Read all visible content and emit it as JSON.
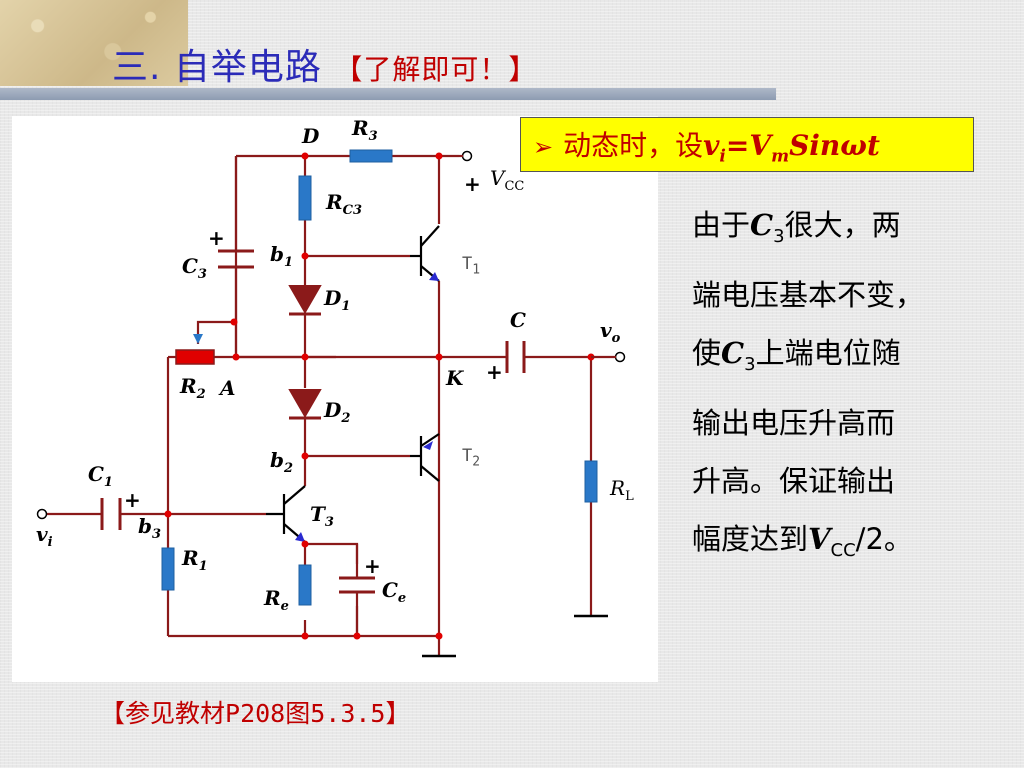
{
  "slide": {
    "title_main": "三. 自举电路",
    "title_note": "【了解即可！】",
    "callout_prefix": "动态时，设",
    "callout_v": "v",
    "callout_v_sub": "i",
    "callout_eq": "=V",
    "callout_vm_sub": "m",
    "callout_tail": "Sinωt",
    "explain": [
      {
        "pre": "由于",
        "var": "C",
        "sub": "3",
        "post": "很大，两"
      },
      {
        "pre": "端电压基本不变，",
        "var": "",
        "sub": "",
        "post": ""
      },
      {
        "pre": "使",
        "var": "C",
        "sub": "3",
        "post": "上端电位随"
      },
      {
        "pre": "输出电压升高而",
        "var": "",
        "sub": "",
        "post": ""
      },
      {
        "pre": "升高。保证输出",
        "var": "",
        "sub": "",
        "post": ""
      },
      {
        "pre": "幅度达到",
        "var": "V",
        "sub": "CC",
        "post": "/2。"
      }
    ],
    "reference_open": "【参见教材",
    "reference_code": "P208图5.3.5",
    "reference_close": "】"
  },
  "circuit": {
    "labels": {
      "D": "D",
      "R3": "R",
      "R3_sub": "3",
      "VCC_plus": "+",
      "VCC": "V",
      "VCC_sub": "CC",
      "RC3": "R",
      "RC3_sub": "C3",
      "C3_plus": "+",
      "C3": "C",
      "C3_sub": "3",
      "b1": "b",
      "b1_sub": "1",
      "T1": "T",
      "T1_sub": "1",
      "D1": "D",
      "D1_sub": "1",
      "C": "C",
      "vo": "v",
      "vo_sub": "o",
      "R2": "R",
      "R2_sub": "2",
      "A": "A",
      "K": "K",
      "C_plus": "+",
      "D2": "D",
      "D2_sub": "2",
      "b2": "b",
      "b2_sub": "2",
      "T2": "T",
      "T2_sub": "2",
      "RL": "R",
      "RL_sub": "L",
      "C1": "C",
      "C1_sub": "1",
      "C1_plus": "+",
      "vi": "v",
      "vi_sub": "i",
      "b3": "b",
      "b3_sub": "3",
      "T3": "T",
      "T3_sub": "3",
      "R1": "R",
      "R1_sub": "1",
      "Ce_plus": "+",
      "Ce": "C",
      "Ce_sub": "e",
      "Re": "R",
      "Re_sub": "e"
    },
    "colors": {
      "wire": "#8b1a1a",
      "resistor": "#2a78c8",
      "node": "#e00000",
      "diode": "#8b1a1a",
      "transistor": "#000000"
    }
  }
}
